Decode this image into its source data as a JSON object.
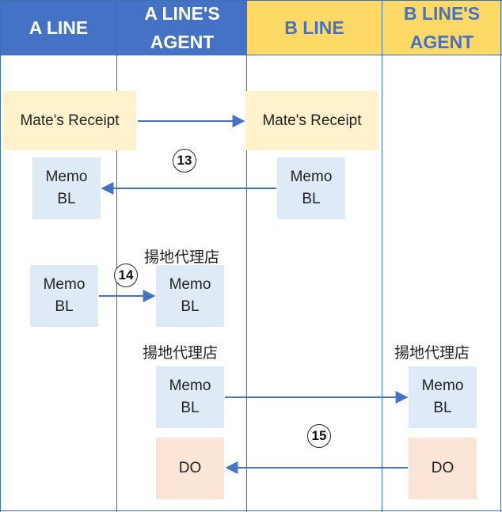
{
  "colors": {
    "header_blue": "#4472c4",
    "header_gold": "#ffd966",
    "header_blue_text": "#ffffff",
    "header_gold_text": "#4472c4",
    "grid_line": "#3a70b6",
    "arrow": "#4472c4",
    "mates_receipt_fill": "#fff2cc",
    "memo_bl_fill": "#deebf7",
    "do_fill": "#fbe5d6"
  },
  "columns": [
    {
      "label": "A LINE"
    },
    {
      "label": "A LINE'S\nAGENT"
    },
    {
      "label": "B LINE"
    },
    {
      "label": "B LINE'S\nAGENT"
    }
  ],
  "boxes": {
    "mates_receipt_a": "Mate's Receipt",
    "mates_receipt_b": "Mate's Receipt",
    "memo_bl_a_row2": "Memo\nBL",
    "memo_bl_b_row2": "Memo\nBL",
    "memo_bl_a_row3": "Memo\nBL",
    "memo_bl_agent_row3": "Memo\nBL",
    "memo_bl_agent_row4": "Memo\nBL",
    "memo_bl_bagent_row4": "Memo\nBL",
    "do_agent": "DO",
    "do_bagent": "DO"
  },
  "labels": {
    "agent_row3": "揚地代理店",
    "agent_row4": "揚地代理店",
    "bagent_row4": "揚地代理店"
  },
  "steps": {
    "s13": "13",
    "s14": "14",
    "s15": "15"
  }
}
